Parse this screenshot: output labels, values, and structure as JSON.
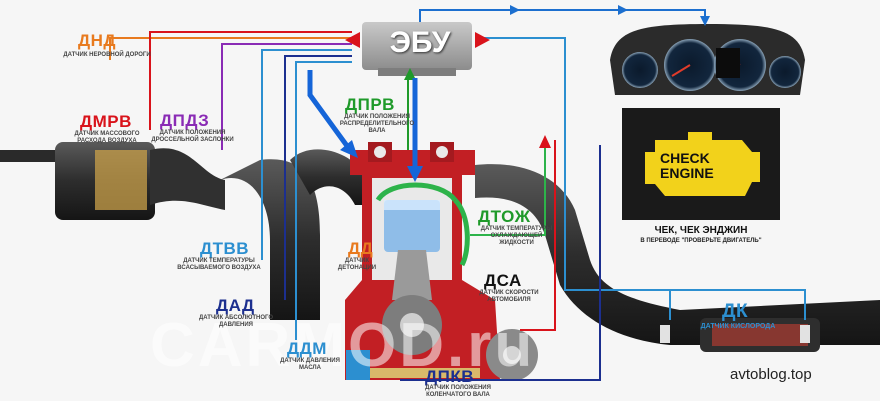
{
  "ecu": {
    "label": "ЭБУ"
  },
  "sensors": {
    "dnd": {
      "abbr": "ДНД",
      "desc": "ДАТЧИК НЕРОВНОЙ ДОРОГИ",
      "color": "#e87a1e"
    },
    "dmrv": {
      "abbr": "ДМРВ",
      "desc": "ДАТЧИК МАССОВОГО РАСХОДА ВОЗДУХА",
      "color": "#d9131b"
    },
    "dpdz": {
      "abbr": "ДПДЗ",
      "desc": "ДАТЧИК ПОЛОЖЕНИЯ ДРОССЕЛЬНОЙ ЗАСЛОНКИ",
      "color": "#8a2bb5"
    },
    "dprv": {
      "abbr": "ДПРВ",
      "desc": "ДАТЧИК ПОЛОЖЕНИЯ РАСПРЕДЕЛИТЕЛЬНОГО ВАЛА",
      "color": "#1f9a2a"
    },
    "dtvv": {
      "abbr": "ДТВВ",
      "desc": "ДАТЧИК ТЕМПЕРАТУРЫ ВСАСЫВАЕМОГО ВОЗДУХА",
      "color": "#2c8fd0"
    },
    "dd": {
      "abbr": "ДД",
      "desc": "ДАТЧИК ДЕТОНАЦИИ",
      "color": "#e87a1e"
    },
    "dtozh": {
      "abbr": "ДТОЖ",
      "desc": "ДАТЧИК ТЕМПЕРАТУРЫ ОХЛАЖДАЮЩЕЙ ЖИДКОСТИ",
      "color": "#1f9a2a"
    },
    "dsa": {
      "abbr": "ДСА",
      "desc": "ДАТЧИК СКОРОСТИ АВТОМОБИЛЯ",
      "color": "#111111"
    },
    "dad": {
      "abbr": "ДАД",
      "desc": "ДАТЧИК АБСОЛЮТНОГО ДАВЛЕНИЯ",
      "color": "#1c2f8f"
    },
    "ddm": {
      "abbr": "ДДМ",
      "desc": "ДАТЧИК ДАВЛЕНИЯ МАСЛА",
      "color": "#2c8fd0"
    },
    "dpkv": {
      "abbr": "ДПКВ",
      "desc": "ДАТЧИК ПОЛОЖЕНИЯ КОЛЕНЧАТОГО ВАЛА",
      "color": "#1c2f8f"
    },
    "dk": {
      "abbr": "ДК",
      "desc": "ДАТЧИК КИСЛОРОДА",
      "color": "#2c8fd0"
    }
  },
  "check_engine": {
    "line1": "CHECK",
    "line2": "ENGINE",
    "caption": "ЧЕК, ЧЕК ЭНДЖИН",
    "subcaption": "В ПЕРЕВОДЕ \"ПРОВЕРЬТЕ ДВИГАТЕЛЬ\"",
    "icon_color": "#f2d21b"
  },
  "watermark": {
    "site": "avtoblog.top",
    "ghost": "CARMOD.ru"
  }
}
